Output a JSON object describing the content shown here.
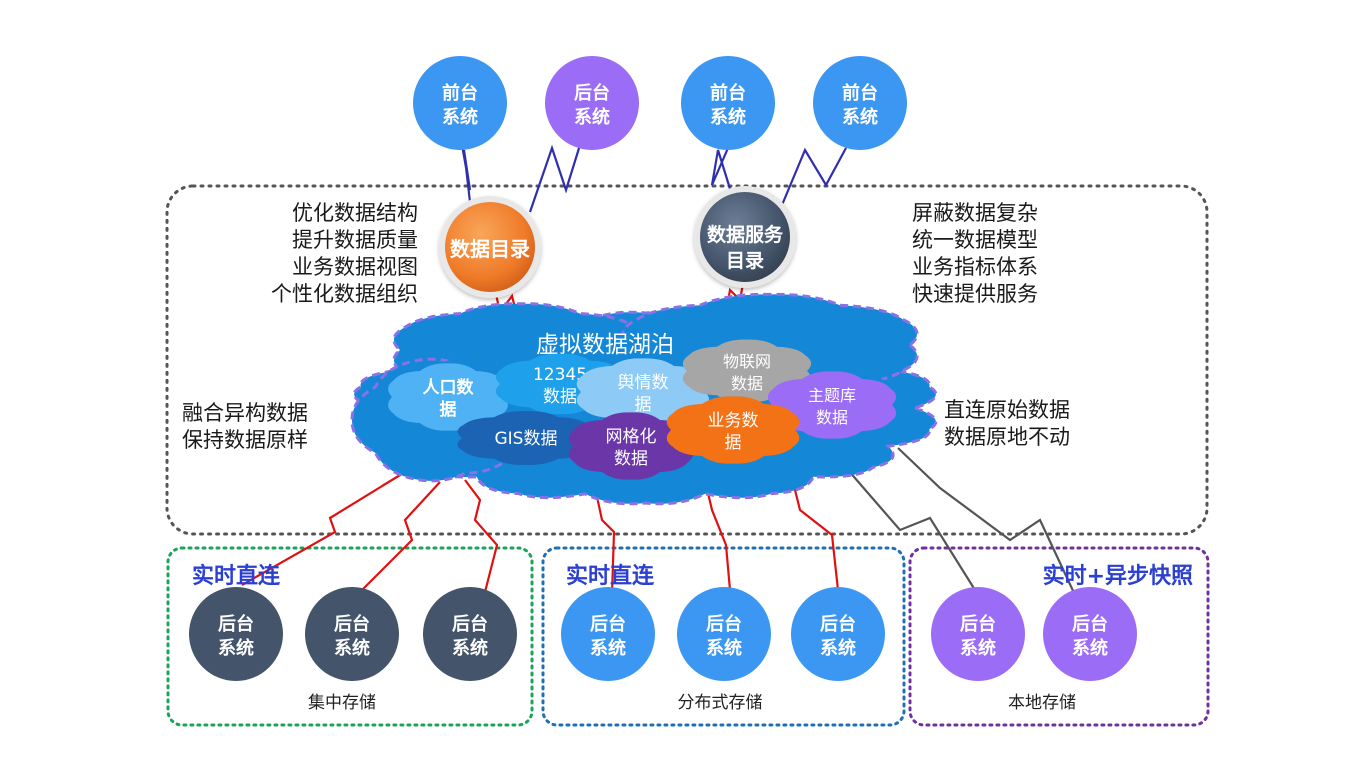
{
  "top_systems": [
    {
      "line1": "前台",
      "line2": "系统",
      "color": "#3b97f2"
    },
    {
      "line1": "后台",
      "line2": "系统",
      "color": "#9b6cf5"
    },
    {
      "line1": "前台",
      "line2": "系统",
      "color": "#3b97f2"
    },
    {
      "line1": "前台",
      "line2": "系统",
      "color": "#3b97f2"
    }
  ],
  "catalogs": {
    "data_catalog": "数据目录",
    "service_catalog_line1": "数据服务",
    "service_catalog_line2": "目录"
  },
  "notes": {
    "left_top": [
      "优化数据结构",
      "提升数据质量",
      "业务数据视图",
      "个性化数据组织"
    ],
    "right_top": [
      "屏蔽数据复杂",
      "统一数据模型",
      "业务指标体系",
      "快速提供服务"
    ],
    "left_mid": [
      "融合异构数据",
      "保持数据原样"
    ],
    "right_mid": [
      "直连原始数据",
      "数据原地不动"
    ]
  },
  "lake": {
    "title": "虚拟数据湖泊",
    "clouds": [
      {
        "lines": [
          "人口数",
          "据"
        ],
        "color": "#4fb2f5"
      },
      {
        "lines": [
          "12345",
          "数据"
        ],
        "color": "#1fa0ea"
      },
      {
        "lines": [
          "舆情数",
          "据"
        ],
        "color": "#8dcaf6"
      },
      {
        "lines": [
          "物联网",
          "数据"
        ],
        "color": "#a6a6a6"
      },
      {
        "lines": [
          "主题库",
          "数据"
        ],
        "color": "#9b6cf5"
      },
      {
        "lines": [
          "GIS数据"
        ],
        "color": "#1c63b4"
      },
      {
        "lines": [
          "网格化",
          "数据"
        ],
        "color": "#6a36a8"
      },
      {
        "lines": [
          "业务数",
          "据"
        ],
        "color": "#f47216"
      }
    ]
  },
  "groups": [
    {
      "title": "实时直连",
      "storage": "集中存储",
      "border": "#1aa35b",
      "node_color": "#44546a",
      "nodes": [
        {
          "line1": "后台",
          "line2": "系统"
        },
        {
          "line1": "后台",
          "line2": "系统"
        },
        {
          "line1": "后台",
          "line2": "系统"
        }
      ]
    },
    {
      "title": "实时直连",
      "storage": "分布式存储",
      "border": "#1f6fb5",
      "node_color": "#3b97f2",
      "nodes": [
        {
          "line1": "后台",
          "line2": "系统"
        },
        {
          "line1": "后台",
          "line2": "系统"
        },
        {
          "line1": "后台",
          "line2": "系统"
        }
      ]
    },
    {
      "title": "实时+异步快照",
      "storage": "本地存储",
      "border": "#7030a0",
      "node_color": "#9b6cf5",
      "nodes": [
        {
          "line1": "后台",
          "line2": "系统"
        },
        {
          "line1": "后台",
          "line2": "系统"
        }
      ]
    }
  ],
  "colors": {
    "red_link": "#e11010",
    "blue_link": "#2e2fb0",
    "gray_link": "#555555",
    "lake_blue": "#1487d6",
    "lake_dash": "#8a72e6",
    "orange": "#ef7a28",
    "slate": "#44546a"
  }
}
